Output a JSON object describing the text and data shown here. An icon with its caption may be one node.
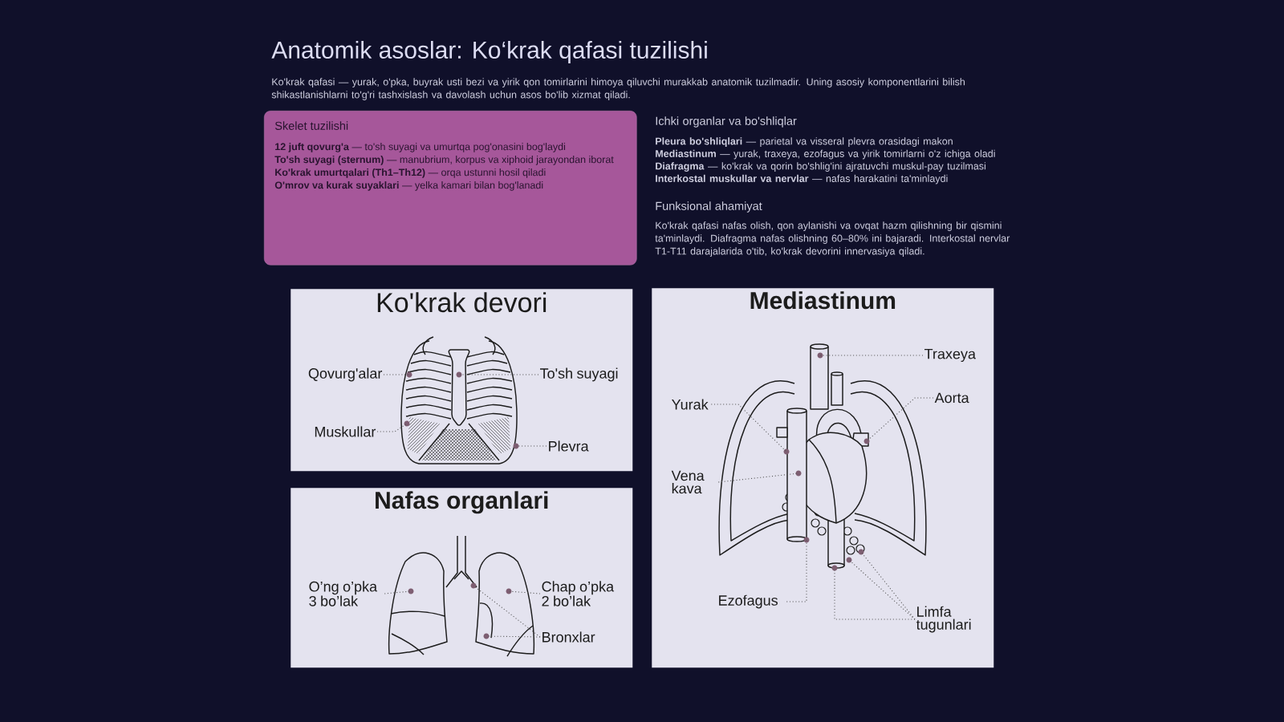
{
  "diagram": {
    "title": "Anatomik asoslar: Ko‘krak qafasi tuzilishi",
    "nodes": [
      {
        "text": [
          "Skelet tuzilishi",
          "**12 juft qovurg'a** — to'sh suyagi va umurtqa pog'onasini bog'laydi",
          "**To'sh suyagi (sternum)** — manubrium, korpus va xiphoid jarayondan iborat",
          "**Ko'krak umurtqalari (Th1–Th12)** — orqa ustunni hosil qiladi",
          "**O'mrov va kurak suyaklari** — yelka kamari bilan bog'lanadi"
        ]
      },
      {
        "text": [
          "Ko'krak devori"
        ]
      },
      {
        "text": [
          "Qovurg'alar"
        ],
        "in": 1
      },
      {
        "text": [
          "To'sh suyagi"
        ],
        "in": 1
      },
      {
        "text": [
          "Muskullar"
        ],
        "in": 1
      },
      {
        "text": [
          "Plevra"
        ],
        "in": 1
      },
      {
        "text": [
          "Nafas organlari"
        ]
      },
      {
        "text": [
          "O’ng o’pka 3 bo’lak"
        ],
        "in": 6
      },
      {
        "text": [
          "Chap o’pka 2 bo’lak"
        ],
        "in": 6
      },
      {
        "text": [
          "Bronxlar"
        ],
        "in": 6
      },
      {
        "text": [
          "Mediastinum"
        ]
      },
      {
        "text": [
          "Traxeya"
        ],
        "in": 10
      },
      {
        "text": [
          "Yurak"
        ],
        "in": 10
      },
      {
        "text": [
          "Aorta"
        ],
        "in": 10
      },
      {
        "text": [
          "Vena kava"
        ],
        "in": 10
      },
      {
        "text": [
          "Ezofagus"
        ],
        "in": 10
      },
      {
        "text": [
          "Limfa tugunlari"
        ],
        "in": 10
      },
      {
        "text": [],
        "shape": "picture",
        "in": 1
      },
      {
        "text": [],
        "shape": "picture",
        "in": 6
      },
      {
        "text": [],
        "shape": "picture",
        "in": 10
      }
    ],
    "edges": [
      {
        "from": 2,
        "to": 17,
        "arrow": "none"
      },
      {
        "from": 3,
        "to": 17,
        "arrow": "none"
      },
      {
        "from": 4,
        "to": 17,
        "arrow": "none"
      },
      {
        "from": 5,
        "to": 17,
        "arrow": "none"
      },
      {
        "from": 7,
        "to": 18,
        "arrow": "none"
      },
      {
        "from": 8,
        "to": 18,
        "arrow": "none"
      },
      {
        "from": 9,
        "to": 18,
        "arrow": "none"
      },
      {
        "from": 9,
        "to": 18,
        "arrow": "none"
      },
      {
        "from": 11,
        "to": 19,
        "arrow": "none"
      },
      {
        "from": 12,
        "to": 19,
        "arrow": "none"
      },
      {
        "from": 13,
        "to": 19,
        "arrow": "none"
      },
      {
        "from": 14,
        "to": 19,
        "arrow": "none"
      },
      {
        "from": 15,
        "to": 19,
        "arrow": "none"
      },
      {
        "from": 16,
        "to": 19,
        "arrow": "none"
      },
      {
        "from": 16,
        "to": 19,
        "arrow": "none"
      },
      {
        "from": 16,
        "to": 19,
        "arrow": "none"
      }
    ],
    "labels": [
      "Ko'krak qafasi — yurak, o'pka, buyrak usti bezi va yirik qon tomirlarini himoya qiluvchi murakkab anatomik tuzilmadir. Uning asosiy komponentlarini bilish shikastlanishlarni to'g'ri tashxislash va davolash uchun asos bo'lib xizmat qiladi.",
      "Ichki organlar va bo'shliqlar",
      "**Pleura bo'shliqlari** — parietal va visseral plevra orasidagi makon",
      "**Mediastinum** — yurak, traxeya, ezofagus va yirik tomirlarni o'z ichiga oladi",
      "**Diafragma** — ko'krak va qorin bo'shlig'ini ajratuvchi muskul-pay tuzilmasi",
      "**Interkostal muskullar va nervlar** — nafas harakatini ta'minlaydi",
      "Funksional ahamiyat",
      "Ko'krak qafasi nafas olish, qon aylanishi va ovqat hazm qilishning bir qismini ta'minlaydi. Diafragma nafas olishning 60–80% ini bajaradi. Interkostal nervlar T1-T11 darajalarida o'tib, ko'krak devorini innervasiya qiladi."
    ]
  }
}
